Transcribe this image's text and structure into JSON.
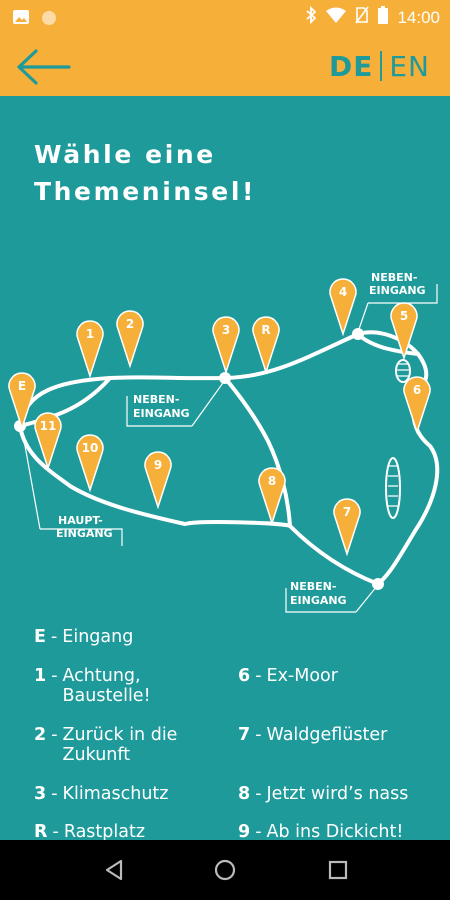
{
  "status_bar": {
    "time": "14:00",
    "icons": [
      "image-icon",
      "circle-icon",
      "bluetooth-icon",
      "wifi-icon",
      "no-sim-icon",
      "battery-icon"
    ]
  },
  "app_bar": {
    "lang_de": "DE",
    "lang_en": "EN",
    "back_icon": "arrow-left-icon"
  },
  "page": {
    "title_line1": "Wähle eine",
    "title_line2": "Themeninsel!"
  },
  "map": {
    "pins": {
      "p1": "1",
      "p2": "2",
      "p3": "3",
      "pR": "R",
      "p4": "4",
      "p5": "5",
      "pE": "E",
      "p6": "6",
      "p11": "11",
      "p10": "10",
      "p9": "9",
      "p8": "8",
      "p7": "7"
    },
    "callouts": {
      "neben_top": [
        "NEBEN-",
        "EINGANG"
      ],
      "neben_mid": [
        "NEBEN-",
        "EINGANG"
      ],
      "haupt": [
        "HAUPT-",
        "EINGANG"
      ],
      "neben_bottom": [
        "NEBEN-",
        "EINGANG"
      ]
    }
  },
  "legend": {
    "items": [
      {
        "key": "E",
        "label": "Eingang"
      },
      {
        "key": "1",
        "label": "Achtung,\nBaustelle!"
      },
      {
        "key": "2",
        "label": "Zurück in die\nZukunft"
      },
      {
        "key": "3",
        "label": "Klimaschutz"
      },
      {
        "key": "R",
        "label": "Rastplatz"
      },
      {
        "key": "6",
        "label": "Ex-Moor"
      },
      {
        "key": "7",
        "label": "Waldgeflüster"
      },
      {
        "key": "8",
        "label": "Jetzt wird’s nass"
      },
      {
        "key": "9",
        "label": "Ab ins Dickicht!"
      }
    ]
  },
  "colors": {
    "accent": "#f6b03a",
    "background": "#1e9a9a",
    "text": "#ffffff",
    "navbar": "#000000"
  }
}
